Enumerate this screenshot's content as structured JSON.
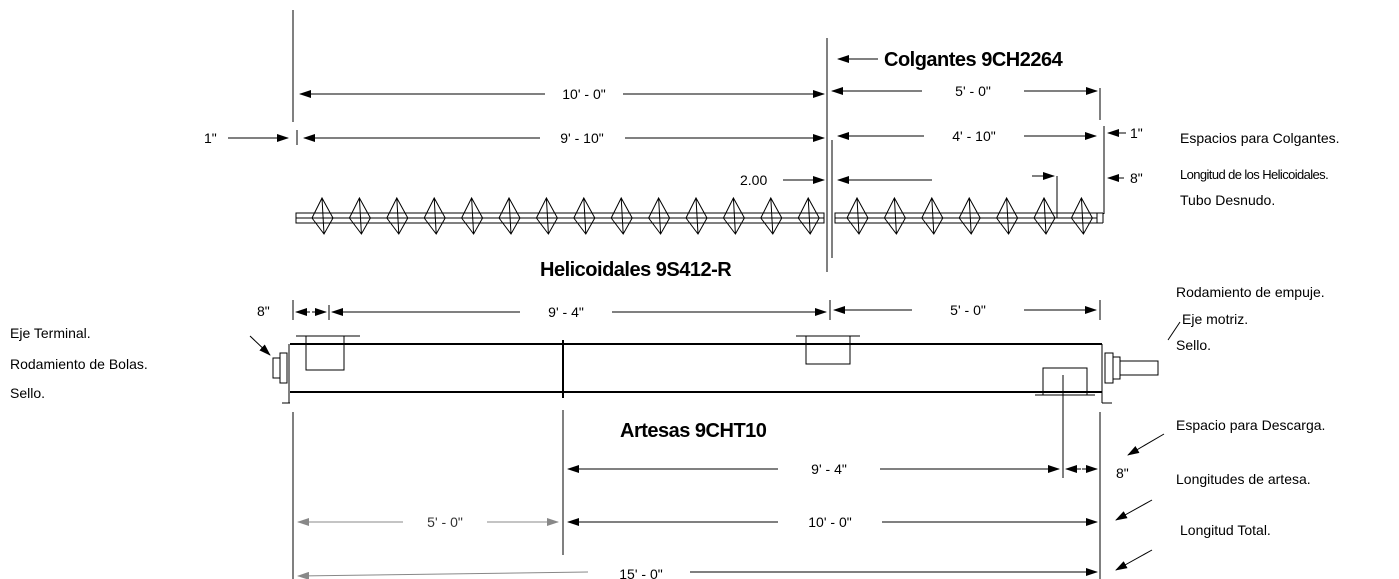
{
  "headings": {
    "hangers": "Colgantes 9CH2264",
    "flights": "Helicoidales 9S412-R",
    "troughs": "Artesas 9CHT10"
  },
  "dimensions": {
    "top_left_span": "10' - 0\"",
    "top_right_span": "5' - 0\"",
    "gap_left": "1\"",
    "flight_left": "9' - 10\"",
    "flight_right": "4' - 10\"",
    "gap_right": "1\"",
    "tube_gap": "2.00",
    "bare_tube": "8\"",
    "trough_end_gap": "8\"",
    "trough_left_span": "9' - 4\"",
    "trough_right_span": "5' - 0\"",
    "discharge_span": "9' - 4\"",
    "discharge_gap": "8\"",
    "lower_left": "5' - 0\"",
    "lower_right": "10' - 0\"",
    "total": "15' - 0\""
  },
  "notes_right": {
    "hanger_spacing": "Espacios para Colgantes.",
    "flight_length": "Longitud de los Helicoidales.",
    "bare_tube": "Tubo Desnudo.",
    "thrust_bearing": "Rodamiento de empuje.",
    "drive_shaft": "Eje motriz.",
    "seal": "Sello.",
    "discharge_space": "Espacio para Descarga.",
    "trough_lengths": "Longitudes de artesa.",
    "total_length": "Longitud Total."
  },
  "notes_left": {
    "end_shaft": "Eje Terminal.",
    "ball_bearing": "Rodamiento de Bolas.",
    "seal": "Sello."
  }
}
